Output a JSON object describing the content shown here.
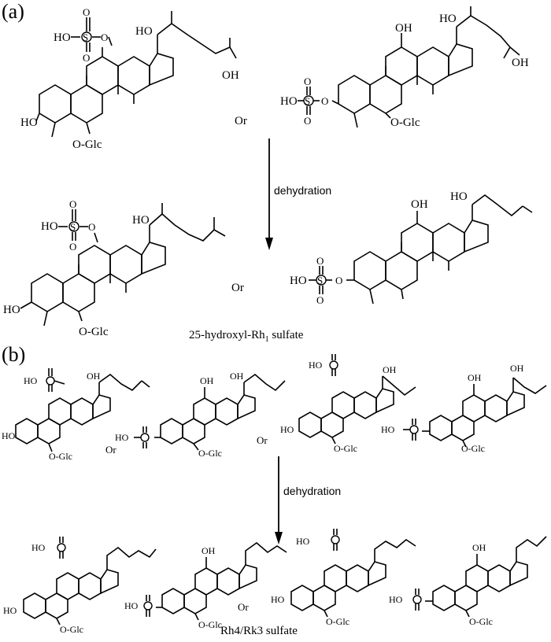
{
  "panel_a": {
    "label": "(a)",
    "or_top": "Or",
    "or_bottom": "Or",
    "arrow_label": "dehydration",
    "caption_main": "25-hydroxyl-Rh",
    "caption_sub": "1",
    "caption_tail": " sulfate",
    "struct_top_left": {
      "sulfate": "HO",
      "glc": "O-Glc",
      "oh_left": "HO",
      "oh_side": "HO",
      "oh_end": "OH"
    },
    "struct_top_right": {
      "sulfate": "HO",
      "glc": "O-Glc",
      "oh_top": "OH",
      "oh_side": "HO",
      "oh_end": "OH"
    },
    "struct_bottom_left": {
      "sulfate": "HO",
      "glc": "O-Glc",
      "oh_left": "HO",
      "oh_side": "HO"
    },
    "struct_bottom_right": {
      "sulfate": "HO",
      "oh_top": "OH",
      "oh_side": "HO"
    }
  },
  "panel_b": {
    "label": "(b)",
    "or_top_1": "Or",
    "or_top_2": "Or",
    "or_bottom": "Or",
    "arrow_label": "dehydration",
    "caption": "Rh4/Rk3 sulfate",
    "glc": "O-Glc",
    "ho": "HO",
    "oh": "OH"
  }
}
